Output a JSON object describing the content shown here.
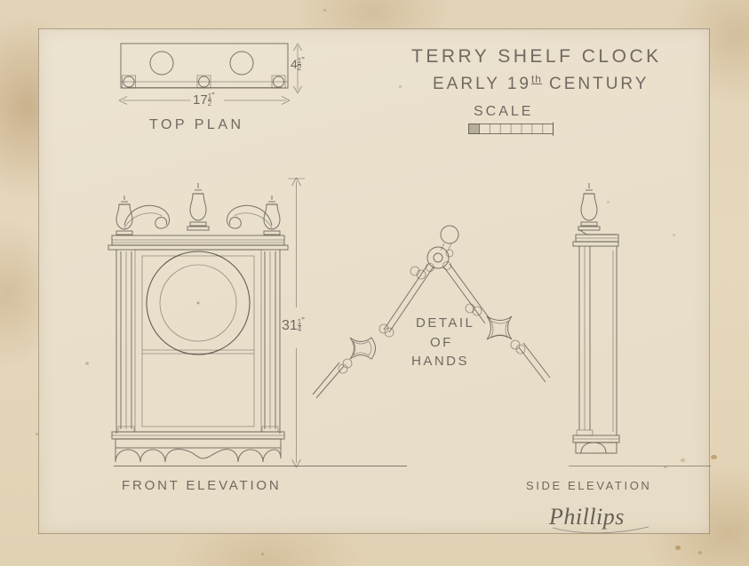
{
  "sheet": {
    "medium": "graphite pencil on aged paper",
    "paper_color": "#e8decb",
    "margin_color": "#ddc9a8",
    "ink_color": "#57534a"
  },
  "title_block": {
    "line1": "TERRY SHELF CLOCK",
    "line2_prefix": "EARLY 19",
    "line2_superscript": "th",
    "line2_suffix": "CENTURY",
    "scale_label": "SCALE",
    "scale_bar_segments": 8,
    "scale_bar_filled_segments": 1
  },
  "views": {
    "top_plan": {
      "caption": "TOP PLAN",
      "width_dimension": "17",
      "width_fraction_num": "1",
      "width_fraction_den": "2",
      "width_unit": "\"",
      "depth_dimension": "4",
      "depth_fraction_num": "1",
      "depth_fraction_den": "2",
      "depth_unit": "\"",
      "circles": 2,
      "feet": 3
    },
    "front_elevation": {
      "caption": "FRONT ELEVATION",
      "height_dimension": "31",
      "height_fraction_num": "1",
      "height_fraction_den": "4",
      "height_unit": "\"",
      "finials": 3,
      "dial_circles": 2
    },
    "hands_detail": {
      "caption_line1": "DETAIL",
      "caption_line2": "OF",
      "caption_line3": "HANDS",
      "hands": 2
    },
    "side_elevation": {
      "caption": "SIDE ELEVATION",
      "finials": 1
    }
  },
  "signature": {
    "name": "Phillips"
  }
}
